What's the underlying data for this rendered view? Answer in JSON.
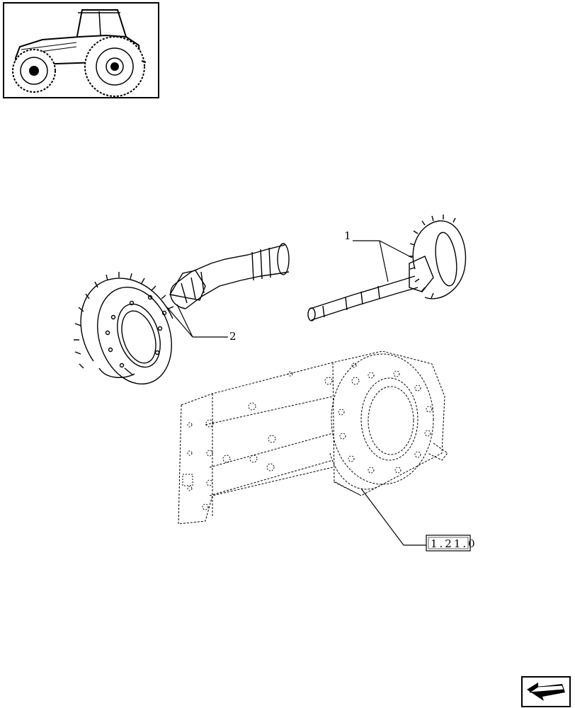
{
  "callouts": {
    "item_1": "1",
    "item_2": "2",
    "reference": "1.21.0"
  },
  "icons": {
    "thumbnail": "tractor-thumbnail-icon",
    "navigation": "back-arrow-icon"
  }
}
